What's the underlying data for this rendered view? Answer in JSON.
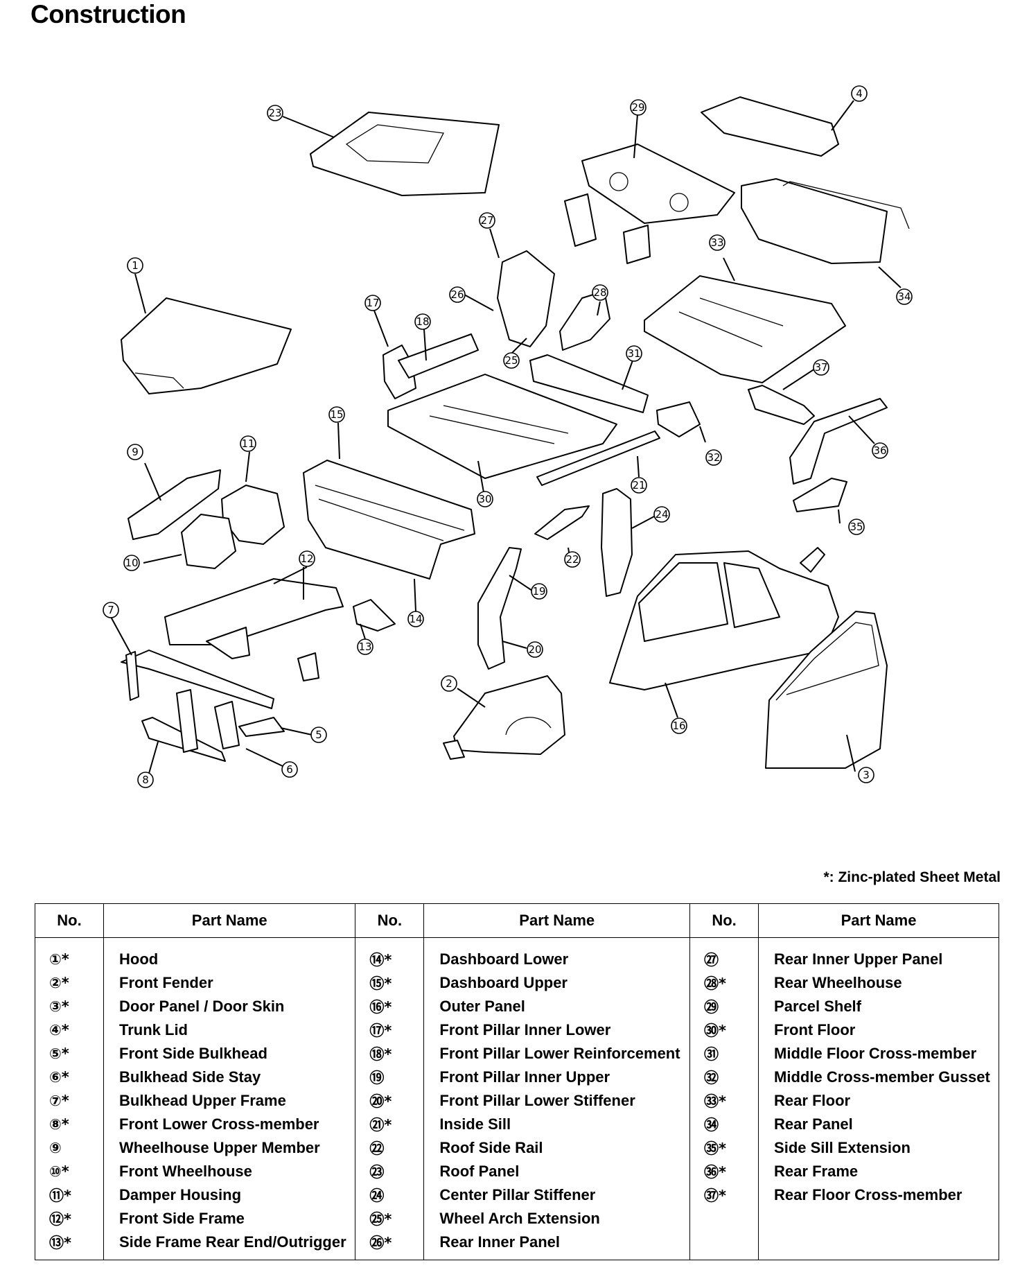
{
  "page_title": "Construction",
  "note": "*: Zinc-plated Sheet Metal",
  "table": {
    "headers": [
      "No.",
      "Part Name",
      "No.",
      "Part Name",
      "No.",
      "Part Name"
    ],
    "columns": [
      [
        {
          "no": "①*",
          "name": "Hood"
        },
        {
          "no": "②*",
          "name": "Front Fender"
        },
        {
          "no": "③*",
          "name": "Door Panel / Door Skin"
        },
        {
          "no": "④*",
          "name": "Trunk Lid"
        },
        {
          "no": "⑤*",
          "name": "Front Side Bulkhead"
        },
        {
          "no": "⑥*",
          "name": "Bulkhead Side Stay"
        },
        {
          "no": "⑦*",
          "name": "Bulkhead Upper Frame"
        },
        {
          "no": "⑧*",
          "name": "Front Lower Cross-member"
        },
        {
          "no": "⑨",
          "name": "Wheelhouse Upper Member"
        },
        {
          "no": "⑩*",
          "name": "Front Wheelhouse"
        },
        {
          "no": "⑪*",
          "name": "Damper Housing"
        },
        {
          "no": "⑫*",
          "name": "Front Side Frame"
        },
        {
          "no": "⑬*",
          "name": "Side Frame Rear End/Outrigger"
        }
      ],
      [
        {
          "no": "⑭*",
          "name": "Dashboard Lower"
        },
        {
          "no": "⑮*",
          "name": "Dashboard Upper"
        },
        {
          "no": "⑯*",
          "name": "Outer Panel"
        },
        {
          "no": "⑰*",
          "name": "Front Pillar Inner Lower"
        },
        {
          "no": "⑱*",
          "name": "Front Pillar Lower Reinforcement"
        },
        {
          "no": "⑲",
          "name": "Front Pillar Inner Upper"
        },
        {
          "no": "⑳*",
          "name": "Front Pillar Lower Stiffener"
        },
        {
          "no": "㉑*",
          "name": "Inside Sill"
        },
        {
          "no": "㉒",
          "name": "Roof Side Rail"
        },
        {
          "no": "㉓",
          "name": "Roof Panel"
        },
        {
          "no": "㉔",
          "name": "Center Pillar Stiffener"
        },
        {
          "no": "㉕*",
          "name": "Wheel Arch Extension"
        },
        {
          "no": "㉖*",
          "name": "Rear Inner Panel"
        }
      ],
      [
        {
          "no": "㉗",
          "name": "Rear Inner Upper Panel"
        },
        {
          "no": "㉘*",
          "name": "Rear Wheelhouse"
        },
        {
          "no": "㉙",
          "name": "Parcel Shelf"
        },
        {
          "no": "㉚*",
          "name": "Front Floor"
        },
        {
          "no": "㉛",
          "name": "Middle Floor Cross-member"
        },
        {
          "no": "㉜",
          "name": "Middle Cross-member Gusset"
        },
        {
          "no": "㉝*",
          "name": "Rear Floor"
        },
        {
          "no": "㉞",
          "name": "Rear Panel"
        },
        {
          "no": "㉟*",
          "name": "Side Sill Extension"
        },
        {
          "no": "㊱*",
          "name": "Rear Frame"
        },
        {
          "no": "㊲*",
          "name": "Rear Floor Cross-member"
        },
        {
          "no": "",
          "name": ""
        },
        {
          "no": "",
          "name": ""
        }
      ]
    ]
  },
  "callouts": [
    "1",
    "2",
    "3",
    "4",
    "5",
    "6",
    "7",
    "8",
    "9",
    "10",
    "11",
    "12",
    "13",
    "14",
    "15",
    "16",
    "17",
    "18",
    "19",
    "20",
    "21",
    "22",
    "23",
    "24",
    "25",
    "26",
    "27",
    "28",
    "29",
    "30",
    "31",
    "32",
    "33",
    "34",
    "35",
    "36",
    "37"
  ]
}
